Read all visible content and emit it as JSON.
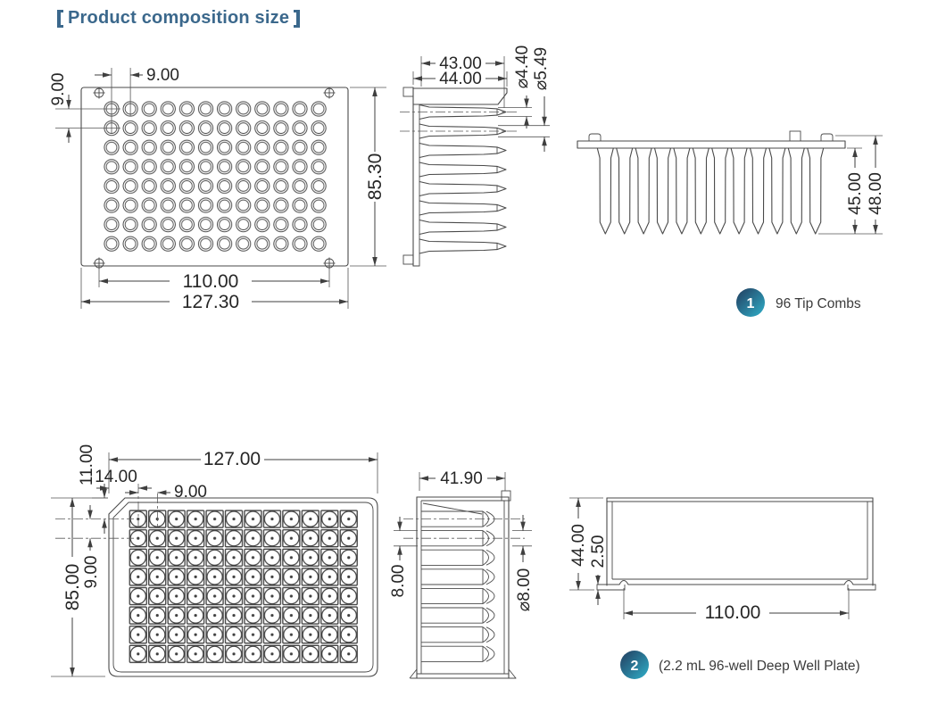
{
  "header": {
    "title": "【Product composition size】",
    "title_text": "Product composition size"
  },
  "legend": [
    {
      "number": "1",
      "label": "96 Tip Combs"
    },
    {
      "number": "2",
      "label": "(2.2 mL 96-well Deep Well Plate)"
    }
  ],
  "tip_comb": {
    "top_view": {
      "wells_columns": 12,
      "wells_rows": 8,
      "pitch_x": "9.00",
      "pitch_y": "9.00",
      "plate_height": "85.30",
      "hole_span": "110.00",
      "plate_width": "127.30"
    },
    "side_view": {
      "length_to_point": "43.00",
      "overall_length": "44.00",
      "tip_diameter": "⌀4.40",
      "base_diameter": "⌀5.49"
    },
    "front_view": {
      "tip_length": "45.00",
      "overall_height": "48.00"
    }
  },
  "deep_well_plate": {
    "top_view": {
      "wells_columns": 12,
      "wells_rows": 8,
      "plate_width": "127.00",
      "edge_to_well": "14.00",
      "edge_to_row": "11.00",
      "pitch_x": "9.00",
      "pitch_y": "9.00",
      "plate_height": "85.00"
    },
    "section_view": {
      "well_depth": "41.90",
      "well_width": "8.00",
      "well_diameter": "⌀8.00"
    },
    "front_view": {
      "overall_height": "44.00",
      "skirt_height": "2.50",
      "base_width": "110.00"
    }
  },
  "colors": {
    "accent": "#3b688c",
    "line": "#4a4a4a",
    "badge_gradient_start": "#223c5e",
    "badge_gradient_end": "#2fb0ca"
  }
}
